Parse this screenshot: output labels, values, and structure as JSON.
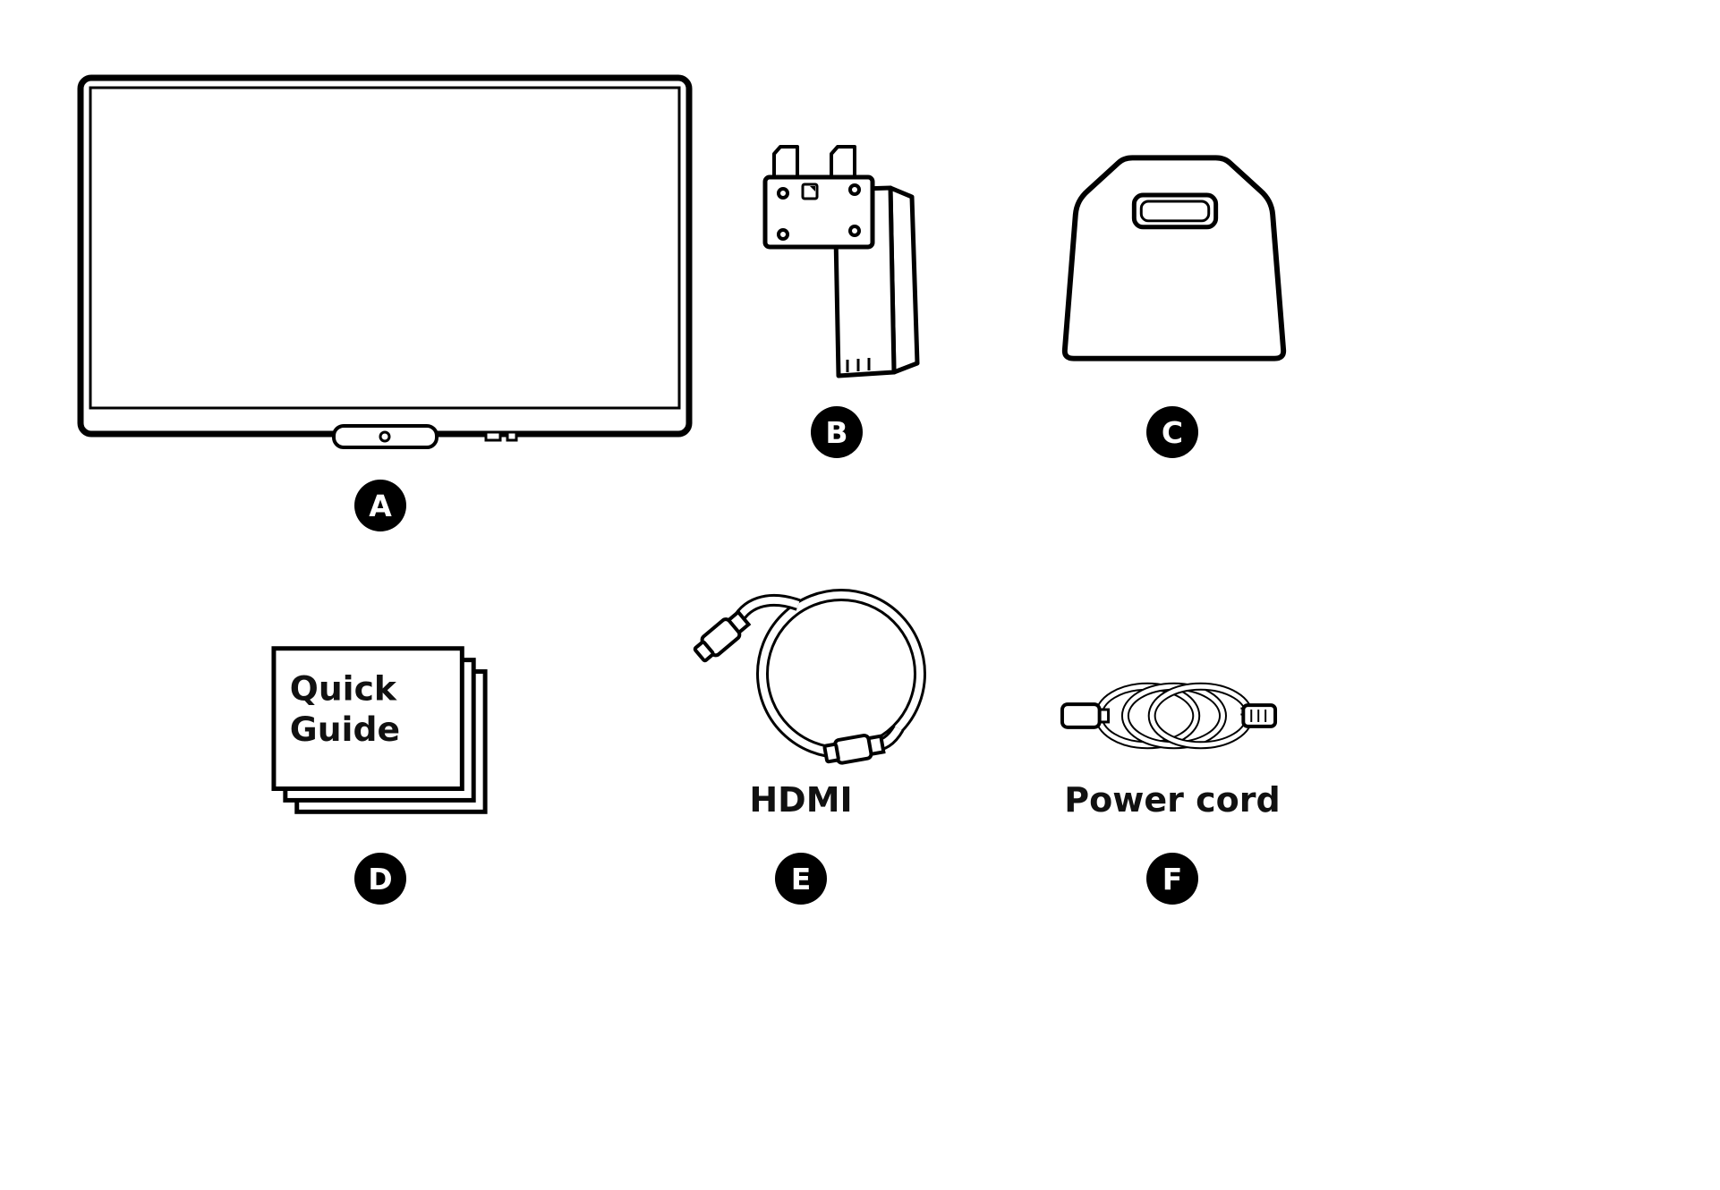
{
  "items": {
    "tv": {
      "letter": "A"
    },
    "stand_neck": {
      "letter": "B"
    },
    "stand_base": {
      "letter": "C"
    },
    "quick_guide": {
      "letter": "D",
      "line1": "Quick",
      "line2": "Guide"
    },
    "hdmi": {
      "letter": "E",
      "label": "HDMI"
    },
    "power_cord": {
      "letter": "F",
      "label": "Power cord"
    }
  },
  "colors": {
    "line": "#000000",
    "background": "#ffffff",
    "badge_fill": "#000000",
    "badge_text": "#ffffff"
  }
}
